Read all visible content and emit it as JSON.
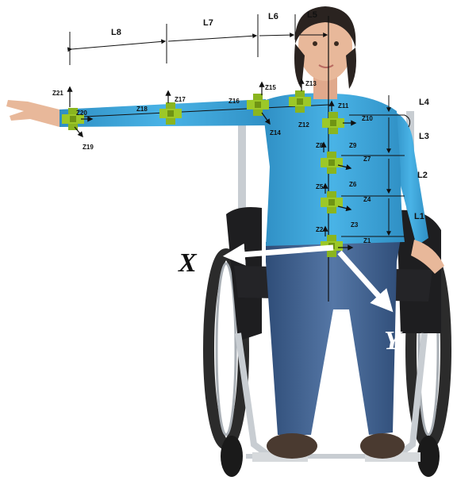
{
  "segment_labels": {
    "l1": "L1",
    "l2": "L2",
    "l3": "L3",
    "l4": "L4",
    "l5": "L5",
    "l6": "L6",
    "l7": "L7",
    "l8": "L8"
  },
  "joint_labels": {
    "z1": "Z1",
    "z2": "Z2",
    "z3": "Z3",
    "z4": "Z4",
    "z5": "Z5",
    "z6": "Z6",
    "z7": "Z7",
    "z8": "Z8",
    "z9": "Z9",
    "z10": "Z10",
    "z11": "Z11",
    "z12": "Z12",
    "z13": "Z13",
    "z14": "Z14",
    "z15": "Z15",
    "z16": "Z16",
    "z17": "Z17",
    "z18": "Z18",
    "z19": "Z19",
    "z20": "Z20",
    "z21": "Z21"
  },
  "axes": {
    "x": "X",
    "y": "Y"
  },
  "colors": {
    "shirt": "#3aa6dd",
    "jeans": "#3d5f8f",
    "chair_frame": "#c8cdd2",
    "chair_seat": "#1e1e20",
    "joint_marker": "#8ab51f",
    "axis_arrow": "#ffffff",
    "axis_label_x": "#111111",
    "axis_label_y": "#ffffff",
    "skin": "#e8b89a",
    "hair": "#2a2320"
  }
}
